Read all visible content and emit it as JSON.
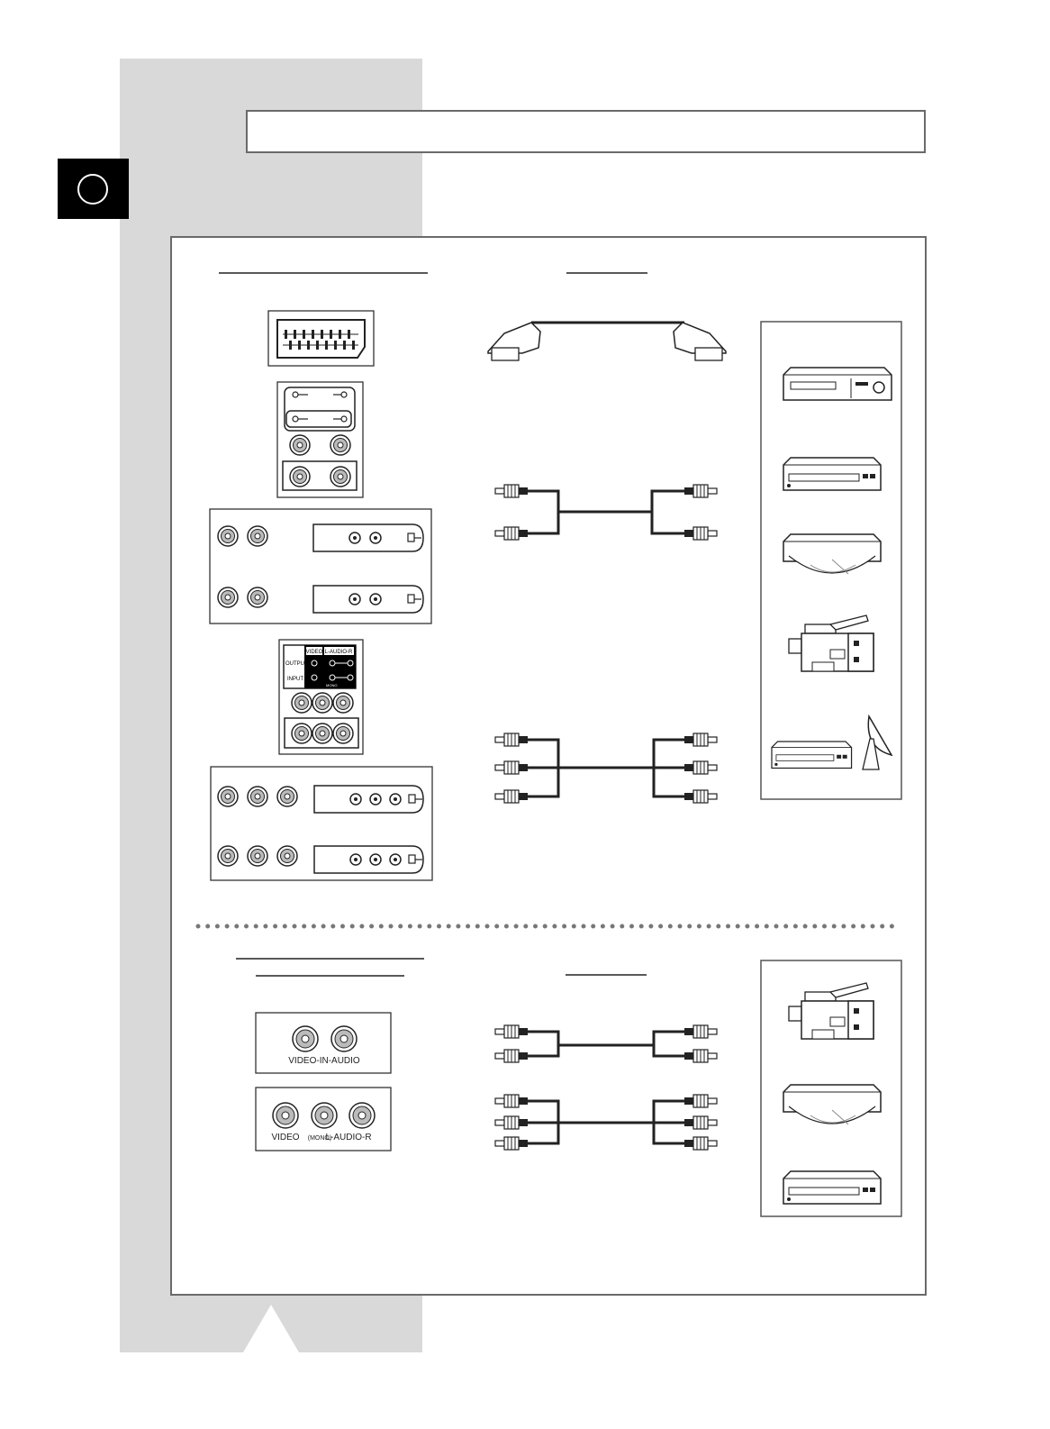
{
  "page": {
    "title": ""
  },
  "headings": {
    "top_connectors": "",
    "top_cables": "",
    "bottom_connectors_1": "",
    "bottom_connectors_2": "",
    "bottom_cables": ""
  },
  "panel_labels": {
    "video": "VIDEO",
    "l_audio_r": "L-AUDIO-R",
    "output": "OUTPUT",
    "input": "INPUT",
    "mono": "MONO"
  },
  "front_jacks": {
    "video_in_audio": "VIDEO-IN-AUDIO",
    "video": "VIDEO",
    "mono_prefix": "(MONO)",
    "l_audio_r": "L-AUDIO-R"
  },
  "icons": [
    "scart-connector-icon",
    "scart-cable-icon",
    "rca-cable-icon",
    "vcr-icon",
    "dvd-player-icon",
    "laserdisc-player-icon",
    "camcorder-icon",
    "satellite-receiver-icon",
    "satellite-dish-icon"
  ]
}
